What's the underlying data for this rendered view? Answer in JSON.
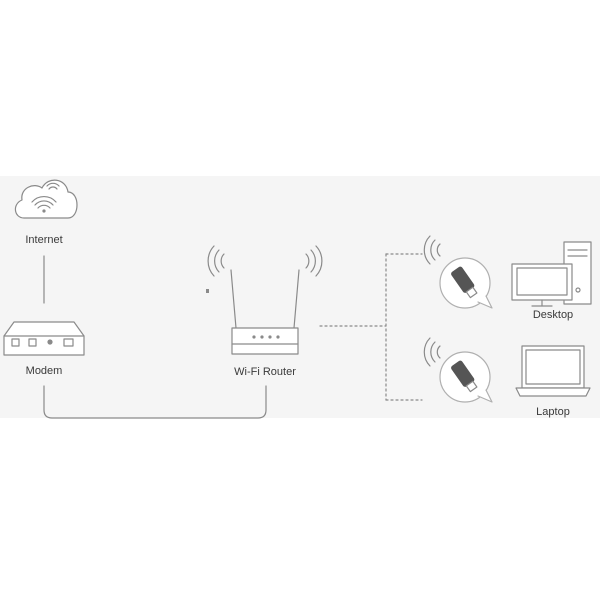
{
  "labels": {
    "internet": "Internet",
    "modem": "Modem",
    "router": "Wi-Fi Router",
    "desktop": "Desktop",
    "laptop": "Laptop"
  },
  "colors": {
    "background": "#f5f5f5",
    "line": "#8a8a8a",
    "device_fill": "#ffffff",
    "text": "#3a3a3a"
  },
  "icons": [
    "cloud-icon",
    "wifi-icon",
    "modem-icon",
    "router-icon",
    "usb-adapter-icon",
    "desktop-icon",
    "laptop-icon"
  ]
}
